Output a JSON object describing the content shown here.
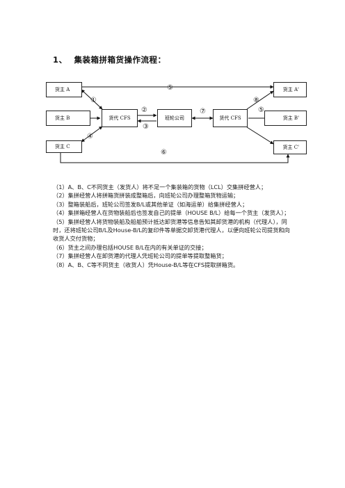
{
  "heading": {
    "number": "1、",
    "title": "集装箱拼箱货操作流程："
  },
  "diagram": {
    "nodes": {
      "shipper_a": "货主 A",
      "shipper_b": "货主 B",
      "shipper_c": "货主 C",
      "forwarder_cfs_origin": "货代 CFS",
      "carrier": "班轮公司",
      "forwarder_cfs_dest": "货代 CFS",
      "consignee_a": "货主 A'",
      "consignee_b": "货主 B'",
      "consignee_c": "货主 C'"
    },
    "step_marks": {
      "m1": "①",
      "m2": "②",
      "m3": "③",
      "m4": "④",
      "m5": "⑤",
      "m6": "⑥",
      "m7": "⑦",
      "m8": "⑧",
      "m5b": "⑤"
    }
  },
  "steps": [
    "（1）A、B、C不同货主（发货人）将不足一个集装箱的货物（LCL）交集拼经营人；",
    "（2）集拼经营人将拼箱货拼装成整箱后，向班轮公司办理整箱货物运输；",
    "（3）整箱装船后，班轮公司签发B/L或其他单证（如海运单）给集拼经营人；",
    "（4）集拼箱经营人在货物装船后也签发自己的提单（HOUSE B/L）给每一个货主（发货人）；",
    "（5）集拼经营人将货物装船及船舶预计抵达卸货港等信息告知其卸货港的机构（代理人），同时，还将班轮公司B/L及House-B/L的复印件等单据交卸货港代理人，以便向班轮公司提货和向收货人交付货物；",
    "（6）货主之间办理包括HOUSE B/L在内的有关单证的交接；",
    "（7）集拼经营人在卸货港的代理人凭班轮公司的提单等提取整箱货；",
    "（8）A、B、C等不同货主（收货人）凭House-B/L等在CFS提取拼箱货。"
  ]
}
